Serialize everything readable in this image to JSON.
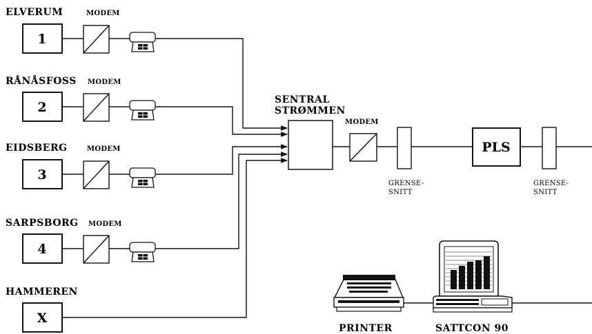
{
  "stations": [
    {
      "name": "ELVERUM",
      "number": "1",
      "modem_label": "MODEM"
    },
    {
      "name": "RÅNÅSFOSS",
      "number": "2",
      "modem_label": "MODEM"
    },
    {
      "name": "EIDSBERG",
      "number": "3",
      "modem_label": "MODEM"
    },
    {
      "name": "SARPSBORG",
      "number": "4",
      "modem_label": "MODEM"
    },
    {
      "name": "HAMMEREN",
      "number": "X"
    }
  ],
  "central": {
    "line1": "SENTRAL",
    "line2": "STRØMMEN"
  },
  "central_modem_label": "MODEM",
  "interface1": {
    "line1": "GRENSE-",
    "line2": "SNITT"
  },
  "interface2": {
    "line1": "GRENSE-",
    "line2": "SNITT"
  },
  "pls_label": "PLS",
  "printer_label": "PRINTER",
  "computer_label": "SATTCON 90"
}
